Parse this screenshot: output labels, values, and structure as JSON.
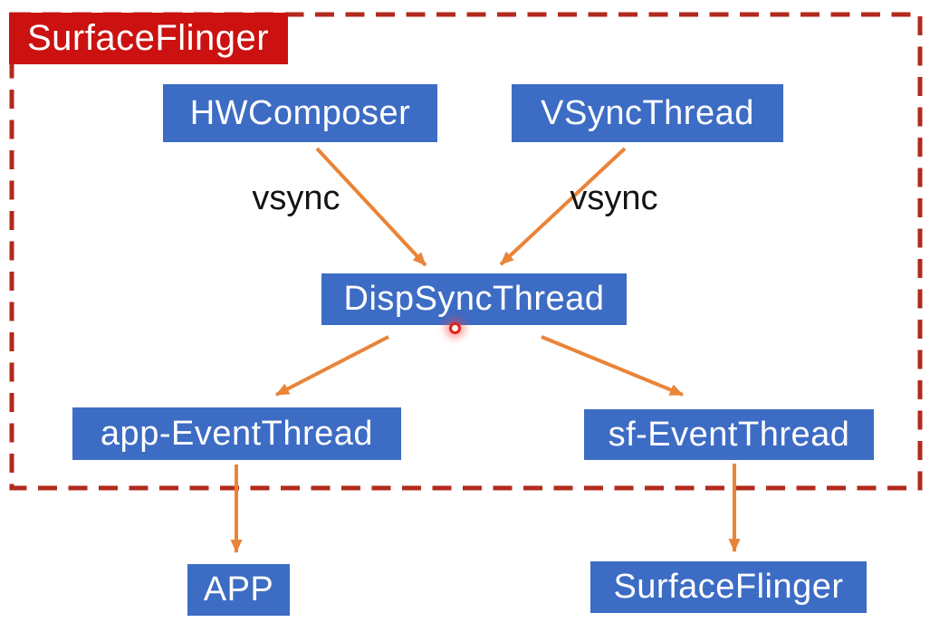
{
  "colors": {
    "node-blue": "#3d6cc4",
    "label-red": "#cb1210",
    "border-red": "#b22a1d",
    "arrow-orange": "#e98438",
    "node-text": "#ffffff",
    "edge-label-text": "#141414"
  },
  "diagram": {
    "boundary_label": "SurfaceFlinger",
    "nodes": [
      {
        "id": "hwcomposer",
        "label": "HWComposer"
      },
      {
        "id": "vsyncthread",
        "label": "VSyncThread"
      },
      {
        "id": "dispsyncthread",
        "label": "DispSyncThread"
      },
      {
        "id": "app_eventthread",
        "label": "app-EventThread"
      },
      {
        "id": "sf_eventthread",
        "label": "sf-EventThread"
      },
      {
        "id": "app",
        "label": "APP"
      },
      {
        "id": "surfaceflinger_output",
        "label": "SurfaceFlinger"
      }
    ],
    "edge_labels": [
      {
        "id": "vsync_left",
        "text": "vsync"
      },
      {
        "id": "vsync_right",
        "text": "vsync"
      }
    ]
  }
}
